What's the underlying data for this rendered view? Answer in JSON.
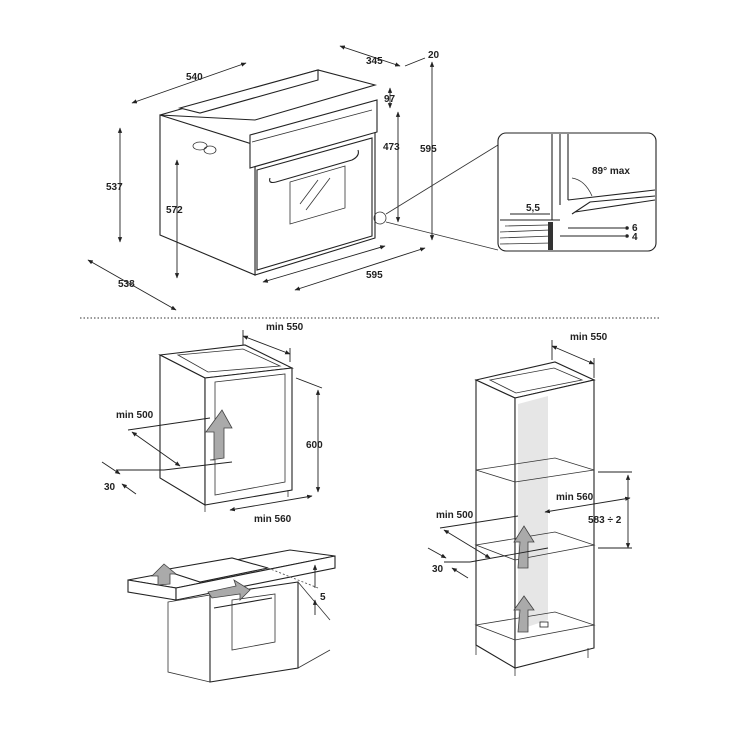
{
  "oven": {
    "dims": {
      "width_top": "540",
      "depth_side": "345",
      "gap_20": "20",
      "height_97": "97",
      "height_473": "473",
      "total_height": "595",
      "left_height": "537",
      "inner_height": "572",
      "base_depth": "538",
      "front_width": "595"
    }
  },
  "detail": {
    "angle": "89° max",
    "gap_55": "5,5",
    "gap_6": "6",
    "gap_4": "4"
  },
  "under_counter": {
    "min_550": "min 550",
    "min_500": "min 500",
    "h_600": "600",
    "d_30": "30",
    "min_560": "min 560"
  },
  "hob_install": {
    "gap_5": "5"
  },
  "column": {
    "min_550": "min 550",
    "min_560": "min 560",
    "h_583": "583 ÷ 2",
    "min_500": "min 500",
    "d_30": "30"
  }
}
